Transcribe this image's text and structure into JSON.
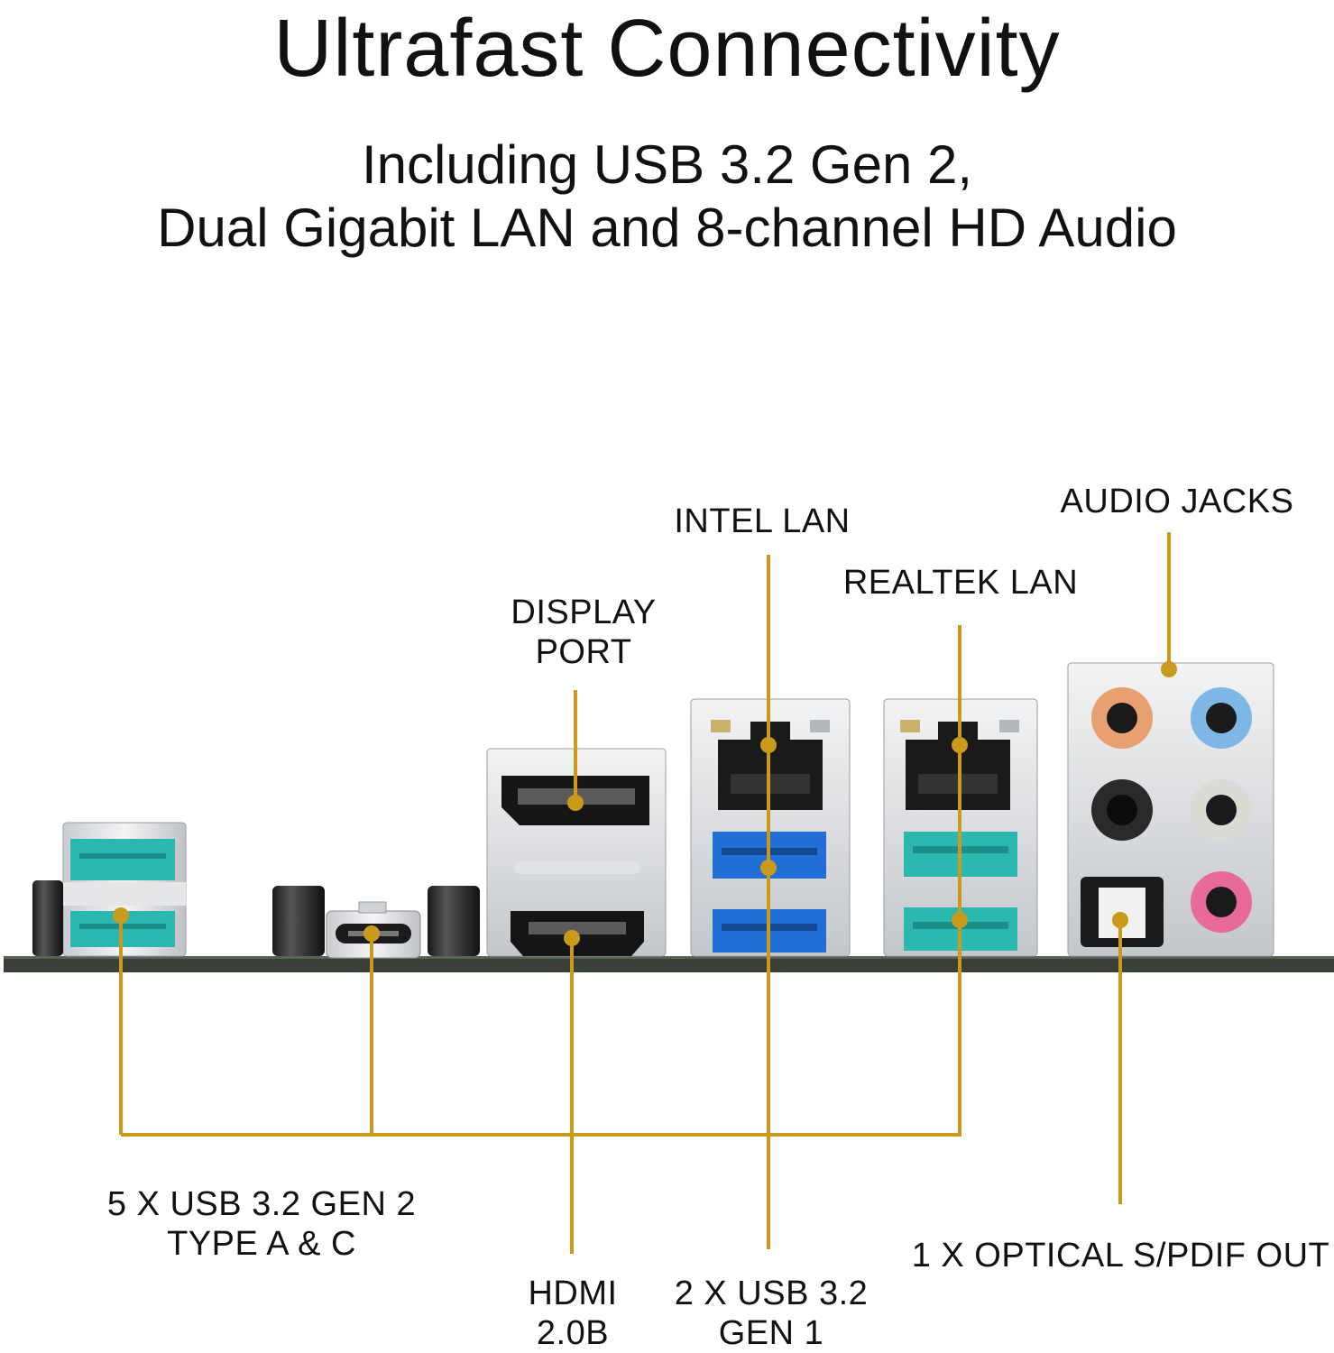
{
  "header": {
    "title": "Ultrafast Connectivity",
    "subtitle_line1": "Including USB 3.2 Gen 2,",
    "subtitle_line2": "Dual Gigabit LAN and 8-channel HD Audio"
  },
  "labels": {
    "intel_lan": "INTEL LAN",
    "audio_jacks": "AUDIO JACKS",
    "realtek_lan": "REALTEK LAN",
    "display_port_1": "DISPLAY",
    "display_port_2": "PORT",
    "usb_gen2_1": "5 X USB 3.2 GEN 2",
    "usb_gen2_2": "TYPE A & C",
    "optical": "1 X OPTICAL S/PDIF OUT",
    "hdmi_1": "HDMI",
    "hdmi_2": "2.0B",
    "usb_gen1_1": "2 X USB 3.2",
    "usb_gen1_2": "GEN 1"
  },
  "colors": {
    "leader": "#c99a1c",
    "usb_teal": "#2bb8b0",
    "usb_blue": "#1f6fd6",
    "jack_orange": "#e8a070",
    "jack_blue": "#7eb6e6",
    "jack_black": "#2a2a2a",
    "jack_grey": "#d8dcd4",
    "jack_pink": "#e86a9a",
    "board": "#3a4038"
  }
}
